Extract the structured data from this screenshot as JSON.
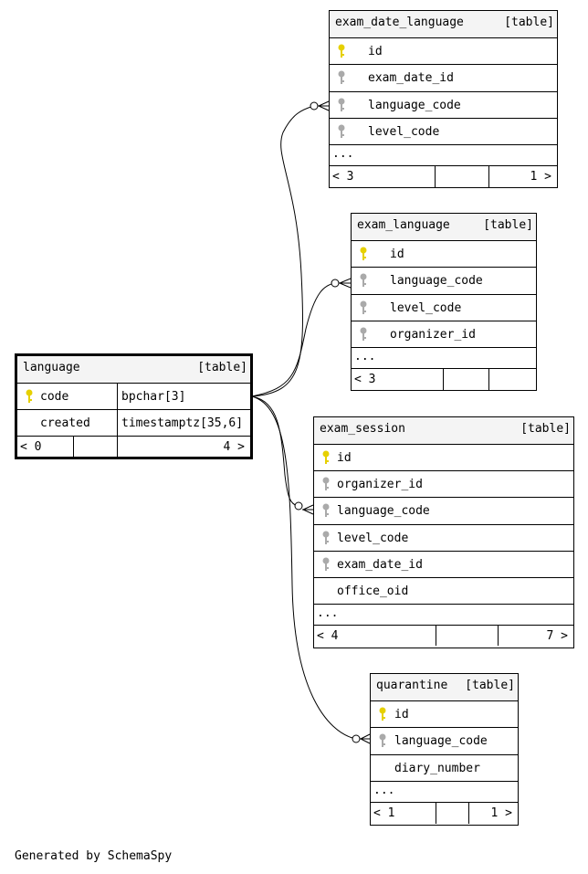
{
  "footer_text": "Generated by SchemaSpy",
  "colors": {
    "primary_key": "#e6d000",
    "foreign_key": "#aaaaaa",
    "header_bg": "#f4f4f4"
  },
  "tables": {
    "exam_date_language": {
      "name": "exam_date_language",
      "type": "[table]",
      "columns": [
        {
          "name": "id",
          "key": "primary"
        },
        {
          "name": "exam_date_id",
          "key": "foreign"
        },
        {
          "name": "language_code",
          "key": "foreign"
        },
        {
          "name": "level_code",
          "key": "foreign"
        }
      ],
      "more": "...",
      "parents": "< 3",
      "children": "1 >"
    },
    "exam_language": {
      "name": "exam_language",
      "type": "[table]",
      "columns": [
        {
          "name": "id",
          "key": "primary"
        },
        {
          "name": "language_code",
          "key": "foreign"
        },
        {
          "name": "level_code",
          "key": "foreign"
        },
        {
          "name": "organizer_id",
          "key": "foreign"
        }
      ],
      "more": "...",
      "parents": "< 3",
      "children": ""
    },
    "language": {
      "name": "language",
      "type": "[table]",
      "columns": [
        {
          "name": "code",
          "key": "primary",
          "type": "bpchar[3]"
        },
        {
          "name": "created",
          "key": "none",
          "type": "timestamptz[35,6]"
        }
      ],
      "parents": "< 0",
      "children": "4 >"
    },
    "exam_session": {
      "name": "exam_session",
      "type": "[table]",
      "columns": [
        {
          "name": "id",
          "key": "primary"
        },
        {
          "name": "organizer_id",
          "key": "foreign"
        },
        {
          "name": "language_code",
          "key": "foreign"
        },
        {
          "name": "level_code",
          "key": "foreign"
        },
        {
          "name": "exam_date_id",
          "key": "foreign"
        },
        {
          "name": "office_oid",
          "key": "none"
        }
      ],
      "more": "...",
      "parents": "< 4",
      "children": "7 >"
    },
    "quarantine": {
      "name": "quarantine",
      "type": "[table]",
      "columns": [
        {
          "name": "id",
          "key": "primary"
        },
        {
          "name": "language_code",
          "key": "foreign"
        },
        {
          "name": "diary_number",
          "key": "none"
        }
      ],
      "more": "...",
      "parents": "< 1",
      "children": "1 >"
    }
  }
}
